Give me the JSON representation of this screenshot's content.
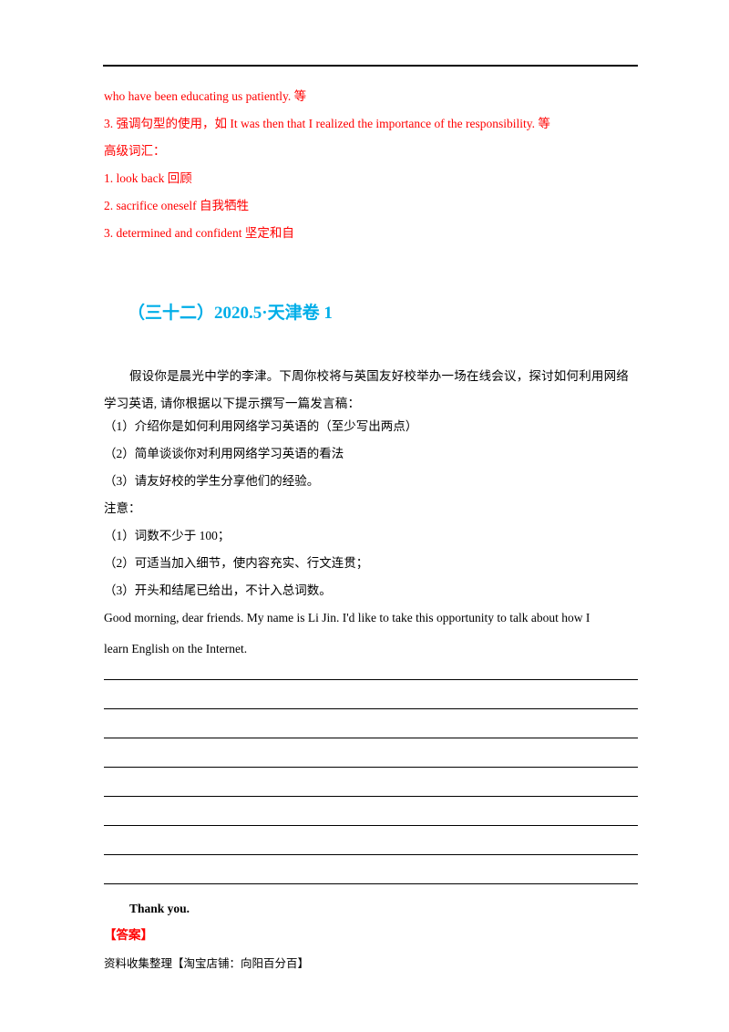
{
  "top_section": {
    "lines": [
      "who have been educating us patiently.  等",
      "3. 强调句型的使用，如 It was then that I realized the importance of the responsibility.  等",
      "高级词汇：",
      "1. look back  回顾",
      "2. sacrifice oneself  自我牺牲",
      "3. determined and confident  坚定和自"
    ]
  },
  "section": {
    "heading": "（三十二）2020.5·天津卷 1",
    "prompt": "假设你是晨光中学的李津。下周你校将与英国友好校举办一场在线会议，探讨如何利用网络学习英语, 请你根据以下提示撰写一篇发言稿：",
    "points": [
      "（1）介绍你是如何利用网络学习英语的（至少写出两点）",
      "（2）简单谈谈你对利用网络学习英语的看法",
      "（3）请友好校的学生分享他们的经验。"
    ],
    "notes_label": "注意：",
    "notes": [
      "（1）词数不少于 100；",
      "（2）可适当加入细节，使内容充实、行文连贯；",
      "（3）开头和结尾已给出，不计入总词数。"
    ],
    "opening_line1": "Good morning, dear friends. My name is Li Jin. I'd like to take this opportunity to talk about how I",
    "opening_line2": "learn English on the Internet.",
    "closing": "Thank you.",
    "answer_label": "【答案】"
  },
  "footer": {
    "text": "资料收集整理【淘宝店铺：向阳百分百】"
  }
}
